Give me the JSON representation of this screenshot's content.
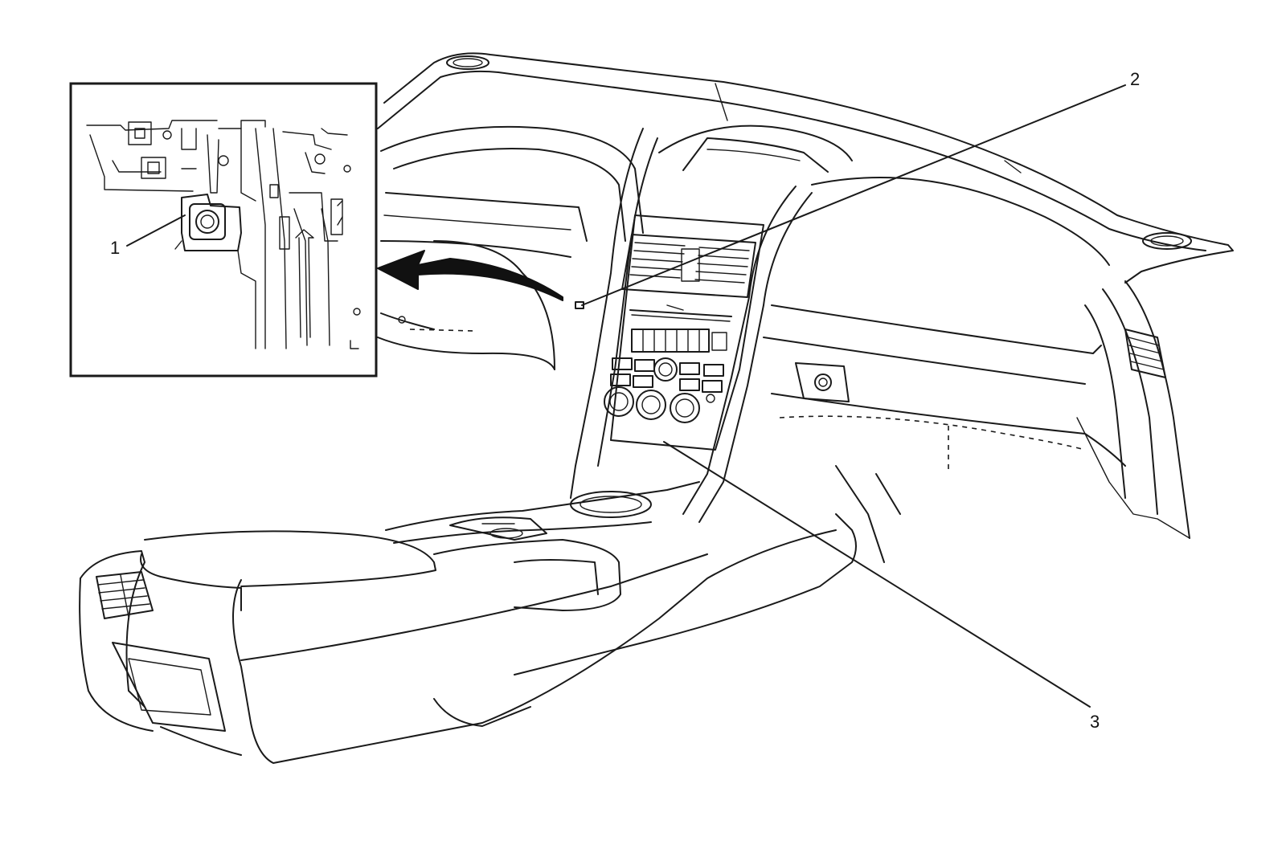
{
  "callouts": {
    "c1": "1",
    "c2": "2",
    "c3": "3"
  },
  "colors": {
    "line": "#1a1a1a",
    "background": "#ffffff"
  }
}
